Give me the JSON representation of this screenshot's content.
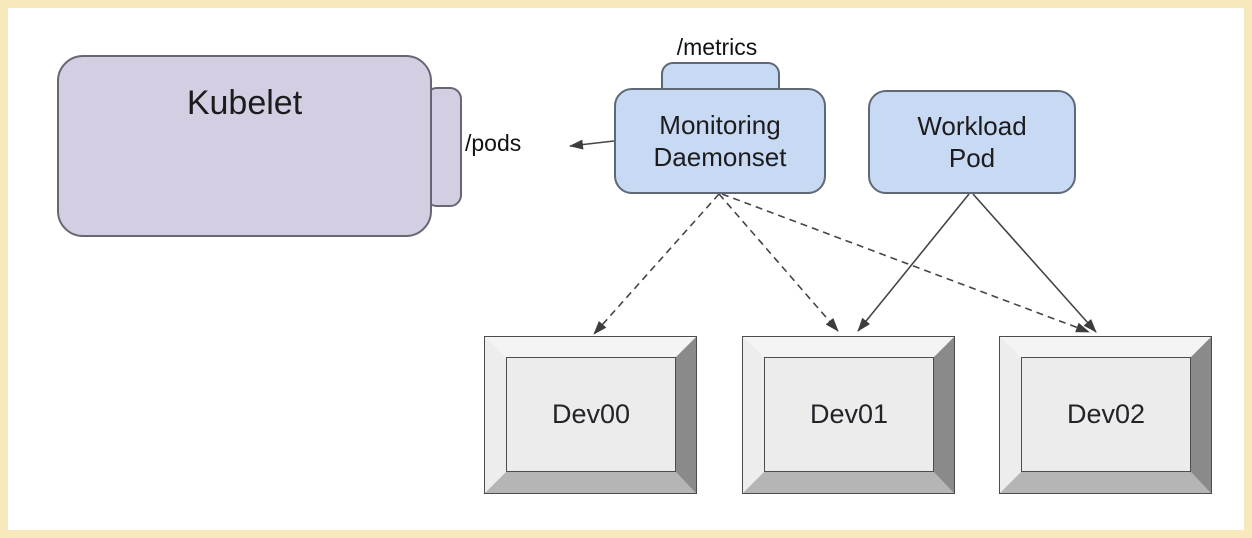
{
  "diagram": {
    "description": "Kubernetes device monitoring diagram",
    "colors": {
      "frame_border": "#f7e9bb",
      "canvas_background": "#ffffff",
      "kubelet_fill": "#d4cee3",
      "pod_fill": "#c8d9f3",
      "edge_stroke": "#454545",
      "device_face": "#ececec"
    },
    "nodes": {
      "kubelet": {
        "label": "Kubelet"
      },
      "monitoring_daemonset": {
        "line1": "Monitoring",
        "line2": "Daemonset"
      },
      "workload_pod": {
        "line1": "Workload",
        "line2": "Pod"
      },
      "dev00": {
        "label": "Dev00"
      },
      "dev01": {
        "label": "Dev01"
      },
      "dev02": {
        "label": "Dev02"
      }
    },
    "labels": {
      "metrics": "/metrics",
      "pods": "/pods"
    },
    "edges": [
      {
        "from": "monitoring_daemonset",
        "to": "pods_endpoint_kubelet",
        "style": "solid",
        "arrow": "end"
      },
      {
        "from": "monitoring_daemonset",
        "to": "dev00",
        "style": "dashed",
        "arrow": "end"
      },
      {
        "from": "monitoring_daemonset",
        "to": "dev01",
        "style": "dashed",
        "arrow": "end"
      },
      {
        "from": "monitoring_daemonset",
        "to": "dev02",
        "style": "dashed",
        "arrow": "end"
      },
      {
        "from": "workload_pod",
        "to": "dev01",
        "style": "solid",
        "arrow": "end"
      },
      {
        "from": "workload_pod",
        "to": "dev02",
        "style": "solid",
        "arrow": "end"
      }
    ]
  }
}
